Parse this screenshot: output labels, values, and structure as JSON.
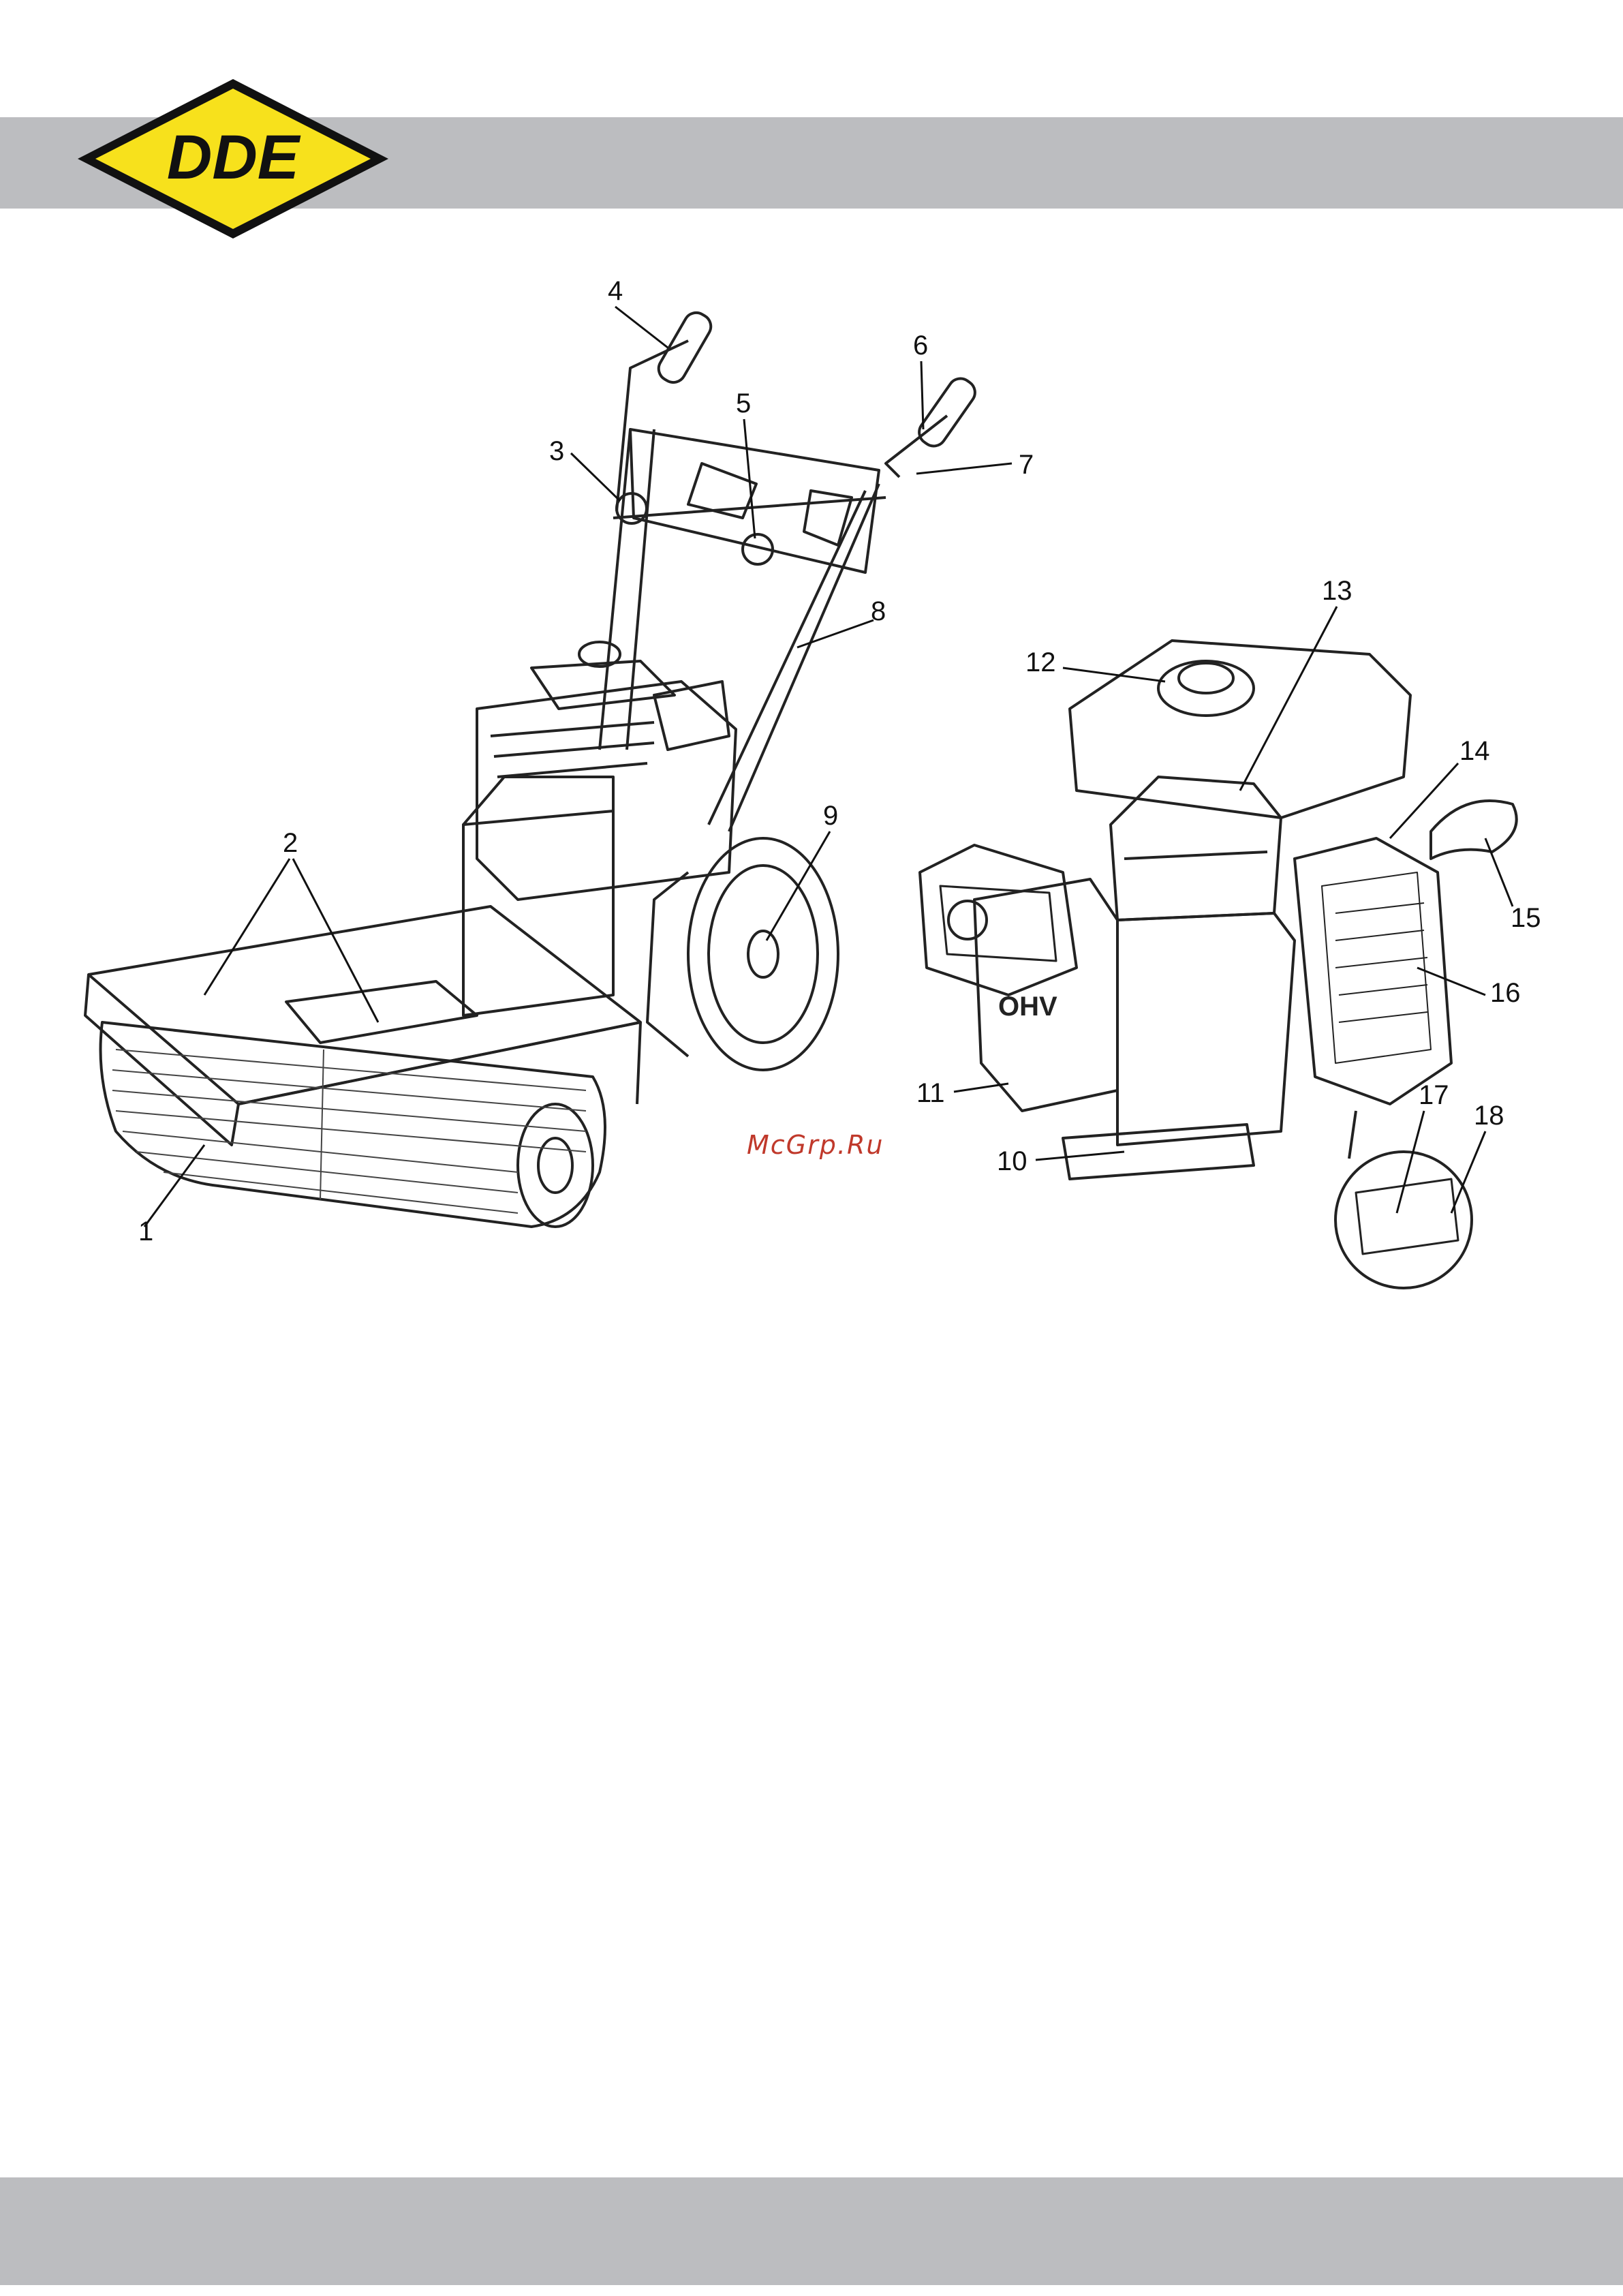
{
  "brand": {
    "logo_text": "DDE",
    "logo_fill": "#f7e11c",
    "logo_border": "#111111"
  },
  "header_band_color": "#bcbdc0",
  "watermark": "McGrp.Ru",
  "callouts": [
    "1",
    "2",
    "3",
    "4",
    "5",
    "6",
    "7",
    "8",
    "9",
    "10",
    "11",
    "12",
    "13",
    "14",
    "15",
    "16",
    "17",
    "18"
  ]
}
